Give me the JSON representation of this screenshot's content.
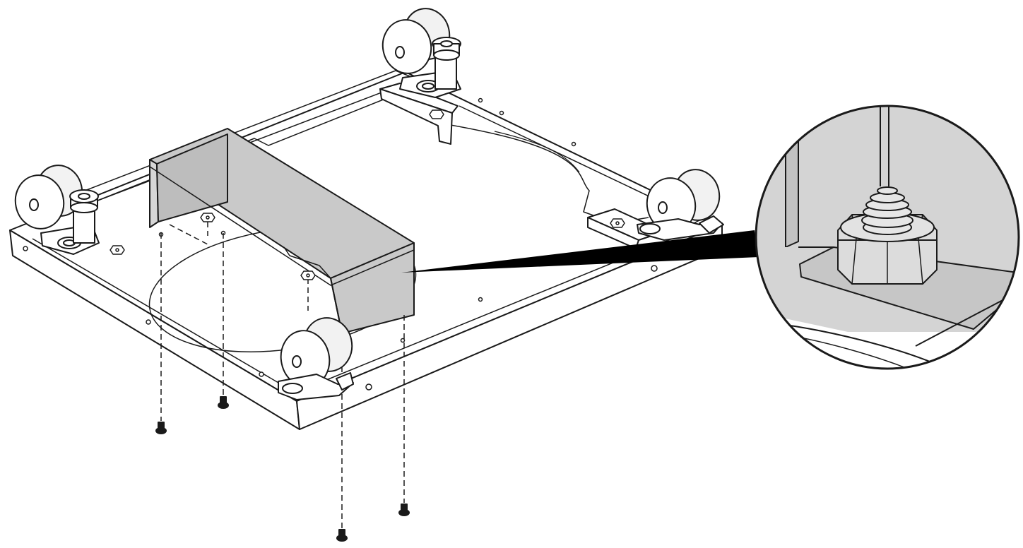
{
  "diagram": {
    "subject": "caster-base-assembly",
    "views": [
      "main-isometric-view",
      "detail-callout-view"
    ],
    "components": {
      "base_frame": "frame",
      "bracket": "cover-bracket",
      "casters": [
        "caster-back",
        "caster-left",
        "caster-right",
        "caster-front"
      ],
      "leveling_feet": [
        "leveling-foot-back",
        "leveling-foot-left"
      ],
      "screws": [
        "screw-1",
        "screw-2",
        "screw-3",
        "screw-4"
      ],
      "nuts": [
        "nut-1",
        "nut-2",
        "nut-3",
        "nut-4"
      ]
    },
    "colors": {
      "line": "#1a1a1a",
      "fill_light": "#ffffff",
      "fill_bracket": "#c9c9c9",
      "fill_detail": "#d4d4d4",
      "fill_caster": "#f2f2f2"
    }
  }
}
